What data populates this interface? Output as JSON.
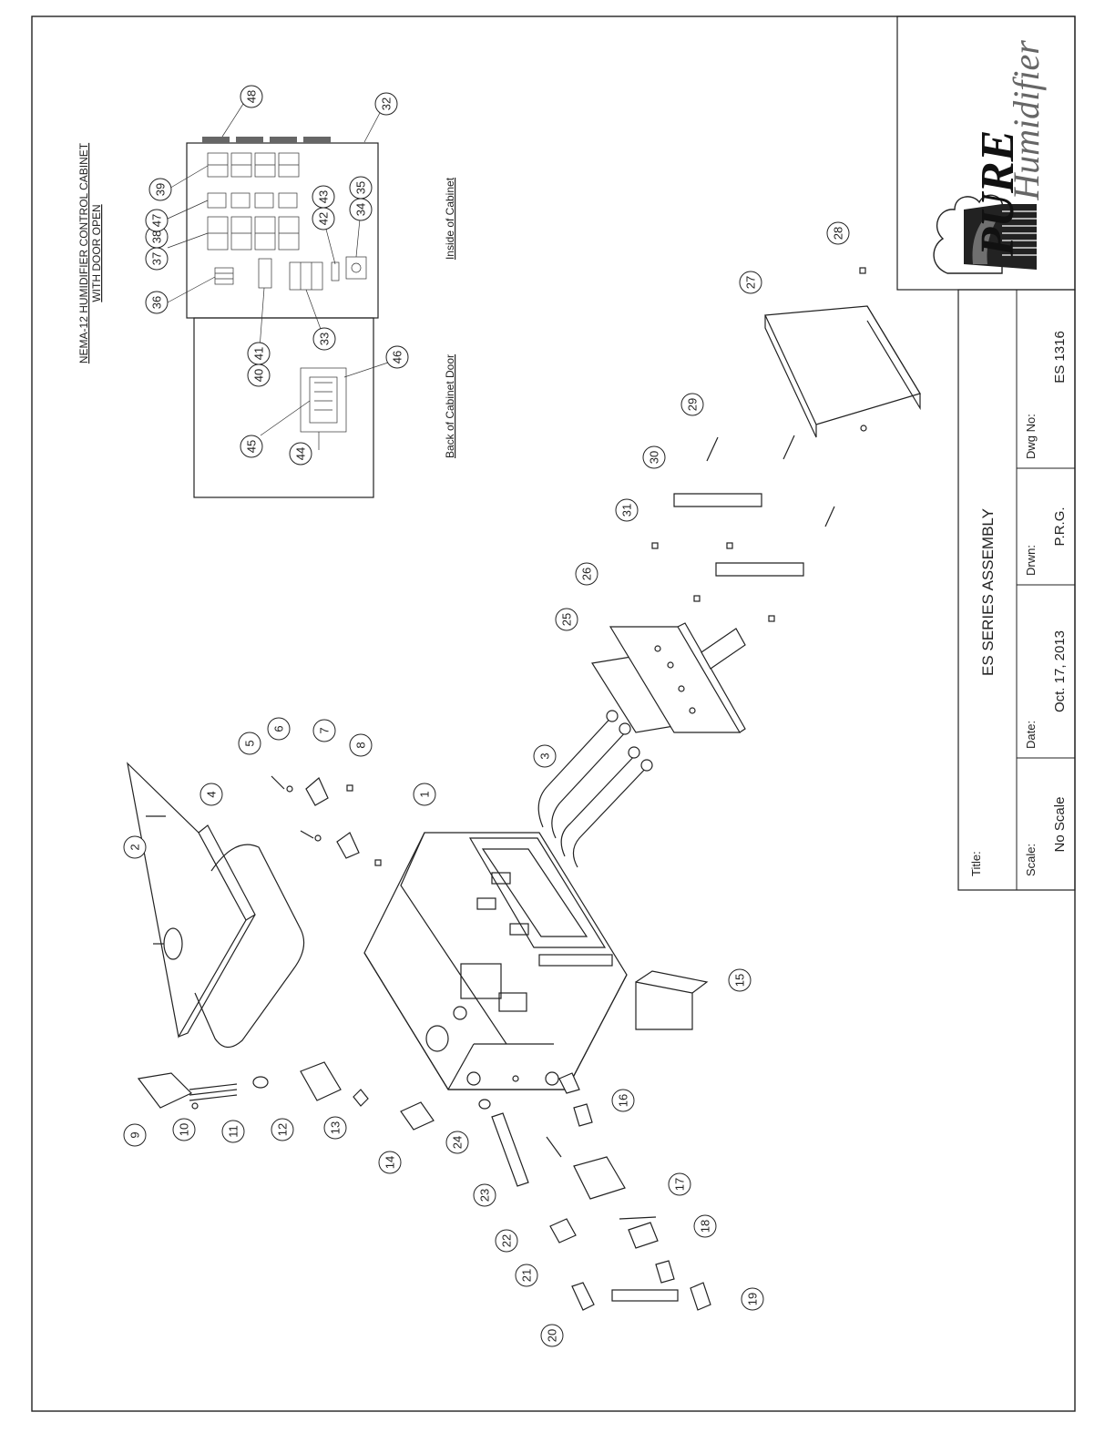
{
  "title_block": {
    "title_label": "Title:",
    "title": "ES SERIES ASSEMBLY",
    "scale_label": "Scale:",
    "scale": "No Scale",
    "date_label": "Date:",
    "date": "Oct. 17, 2013",
    "drawn_label": "Drwn:",
    "drawn": "P.R.G.",
    "dwg_label": "Dwg No:",
    "dwg": "ES 1316"
  },
  "logo": {
    "word1": "PURE",
    "word2": "Humidifier"
  },
  "cabinet": {
    "heading_line1": "NEMA-12 HUMIDIFIER CONTROL CABINET",
    "heading_line2": "WITH DOOR OPEN",
    "inside_label": "Inside of Cabinet",
    "door_label": "Back of Cabinet Door"
  },
  "callouts": [
    "1",
    "2",
    "3",
    "4",
    "5",
    "6",
    "7",
    "8",
    "9",
    "10",
    "11",
    "12",
    "13",
    "14",
    "15",
    "16",
    "17",
    "18",
    "19",
    "20",
    "21",
    "22",
    "23",
    "24",
    "25",
    "26",
    "27",
    "28",
    "29",
    "30",
    "31",
    "32",
    "33",
    "34",
    "35",
    "36",
    "37",
    "38",
    "39",
    "40",
    "41",
    "42",
    "43",
    "44",
    "45",
    "46",
    "47",
    "48"
  ]
}
